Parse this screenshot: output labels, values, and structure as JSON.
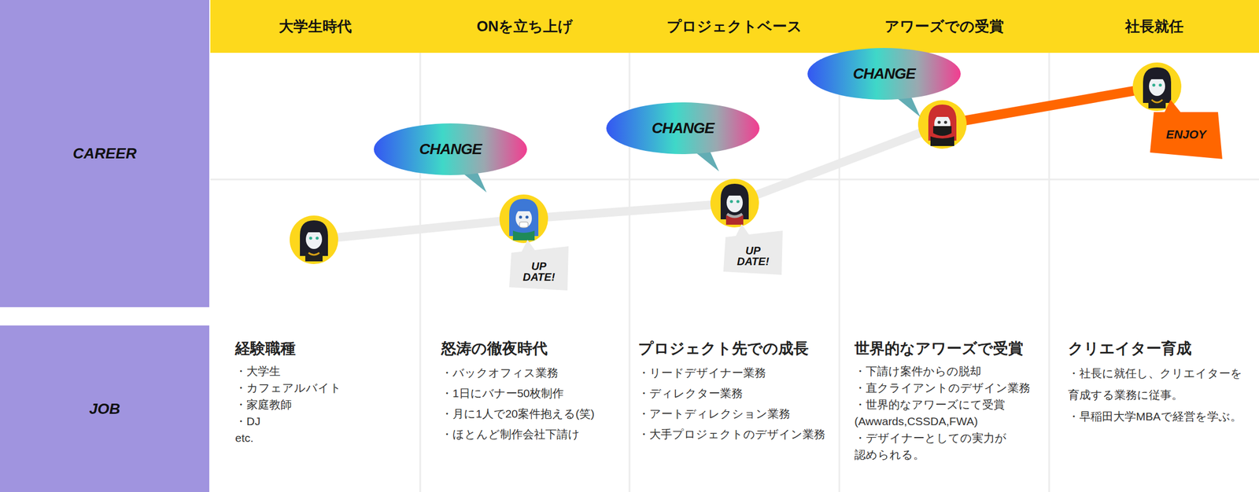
{
  "diagram": {
    "nodes": [
      {
        "text": [
          "大学生時代"
        ]
      },
      {
        "text": [
          "ONを立ち上げ"
        ]
      },
      {
        "text": [
          "プロジェクトベース"
        ]
      },
      {
        "text": [
          "アワーズでの受賞"
        ]
      },
      {
        "text": [
          "社長就任"
        ]
      },
      {
        "text": [
          "CAREER"
        ]
      },
      {
        "text": [
          "CHANGE"
        ]
      },
      {
        "text": [
          "UP DATE!"
        ]
      },
      {
        "text": [
          "CHANGE"
        ]
      },
      {
        "text": [
          "UP DATE!"
        ]
      },
      {
        "text": [
          "CHANGE"
        ]
      },
      {
        "text": [
          "ENJOY"
        ]
      },
      {
        "text": [
          "JOB"
        ]
      },
      {
        "text": [
          "経験職種",
          "・大学生",
          "・カフェアルバイト",
          "・家庭教師",
          "・DJ",
          "etc."
        ]
      },
      {
        "text": [
          "怒涛の徹夜時代",
          "・バックオフィス業務",
          "・1日にバナー50枚制作",
          "・月に1人で20案件抱える(笑)",
          "・ほとんど制作会社下請け"
        ]
      },
      {
        "text": [
          "プロジェクト先での成長",
          "・リードデザイナー業務",
          "・ディレクター業務",
          "・アートディレクション業務",
          "・大手プロジェクトのデザイン業務"
        ]
      },
      {
        "text": [
          "世界的なアワーズで受賞",
          "・下請け案件からの脱却",
          "・直クライアントのデザイン業務",
          "・世界的なアワーズにて受賞 (Awwards,CSSDA,FWA)",
          "・デザイナーとしての実力が 認められる。"
        ]
      },
      {
        "text": [
          "クリエイター育成",
          "・社長に就任し、クリエイターを 育成する業務に従事。",
          "・早稲田大学MBAで経営を学ぶ。"
        ]
      }
    ]
  }
}
